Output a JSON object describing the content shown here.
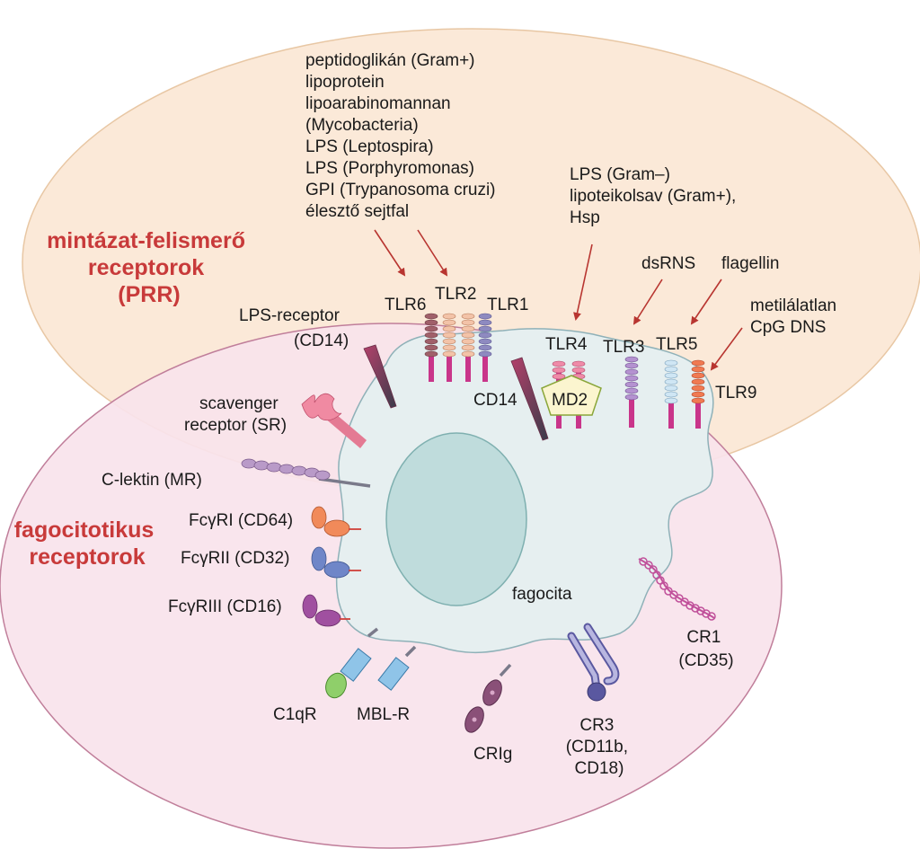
{
  "colors": {
    "prr_region": "#fbe9d8",
    "phago_region": "#f9e3ec",
    "cell": "#e6eff0",
    "nucleus": "#bfdcdc",
    "title_red": "#c83a3a",
    "arrow_red": "#b83530"
  },
  "titles": {
    "prr": [
      "mintázat-felismerő",
      "receptorok",
      "(PRR)"
    ],
    "phagocytic": [
      "fagocitotikus",
      "receptorok"
    ]
  },
  "ligands": {
    "tlr2_group": [
      "peptidoglikán (Gram+)",
      "lipoprotein",
      "lipoarabinomannan",
      "(Mycobacteria)",
      "LPS (Leptospira)",
      "LPS (Porphyromonas)",
      "GPI (Trypanosoma cruzi)",
      "élesztő sejtfal"
    ],
    "tlr4_group": [
      "LPS (Gram–)",
      "lipoteikolsav (Gram+),",
      "Hsp"
    ],
    "dsrna": "dsRNS",
    "flagellin": "flagellin",
    "cpg": [
      "metilálatlan",
      "CpG DNS"
    ]
  },
  "receptors": {
    "lps_receptor": [
      "LPS-receptor",
      "(CD14)"
    ],
    "tlr6": "TLR6",
    "tlr2": "TLR2",
    "tlr1": "TLR1",
    "cd14": "CD14",
    "tlr4": "TLR4",
    "md2": "MD2",
    "tlr3": "TLR3",
    "tlr5": "TLR5",
    "tlr9": "TLR9",
    "scavenger": [
      "scavenger",
      "receptor (SR)"
    ],
    "c_lectin": "C-lektin (MR)",
    "fcgr1": "FcγRI (CD64)",
    "fcgr2": "FcγRII (CD32)",
    "fcgr3": "FcγRIII (CD16)",
    "c1qr": "C1qR",
    "mbl_r": "MBL-R",
    "crig": "CRIg",
    "cr3": [
      "CR3",
      "(CD11b,",
      "CD18)"
    ],
    "cr1": [
      "CR1",
      "(CD35)"
    ]
  },
  "cell_label": "fagocita"
}
